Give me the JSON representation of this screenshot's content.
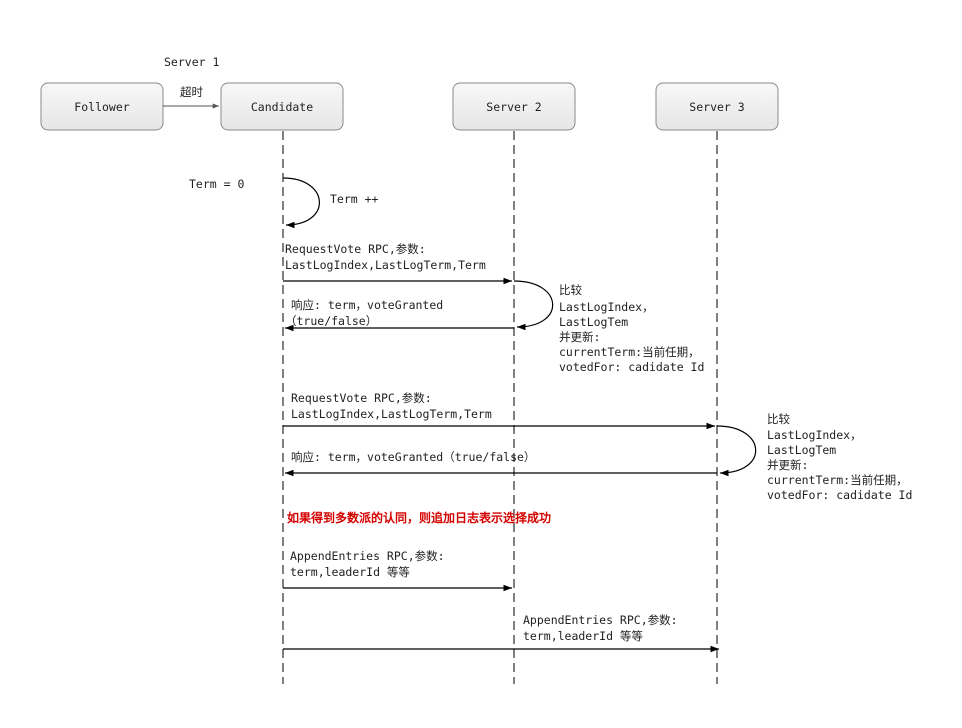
{
  "participants": {
    "follower": "Follower",
    "candidate": "Candidate",
    "server2": "Server 2",
    "server3": "Server 3",
    "server1_label": "Server 1"
  },
  "labels": {
    "timeout": "超时",
    "term_init": "Term = 0",
    "term_inc": "Term ++",
    "rv1_line1": "RequestVote RPC,参数:",
    "rv1_line2": "LastLogIndex,LastLogTerm,Term",
    "resp1_line1": "响应: term，voteGranted",
    "resp1_line2": "（true/false）",
    "cmp1_line1": "比较",
    "cmp1_line2": "LastLogIndex，",
    "cmp1_line3": "LastLogTem",
    "cmp1_line4": "并更新:",
    "cmp1_line5": "currentTerm:当前任期，",
    "cmp1_line6": "votedFor: cadidate Id",
    "rv2_line1": "RequestVote RPC,参数:",
    "rv2_line2": "LastLogIndex,LastLogTerm,Term",
    "resp2_line1": "响应: term，voteGranted（true/false）",
    "cmp2_line1": "比较",
    "cmp2_line2": "LastLogIndex，",
    "cmp2_line3": "LastLogTem",
    "cmp2_line4": "并更新:",
    "cmp2_line5": "currentTerm:当前任期，",
    "cmp2_line6": "votedFor: cadidate Id",
    "majority_note": "如果得到多数派的认同，则追加日志表示选择成功",
    "ae1_line1": "AppendEntries RPC,参数:",
    "ae1_line2": "term,leaderId 等等",
    "ae2_line1": "AppendEntries RPC,参数:",
    "ae2_line2": "term,leaderId 等等"
  },
  "colors": {
    "box_fill": "#efefef",
    "box_border": "#8a8a8a",
    "line": "#000000",
    "note_red": "#d40000"
  }
}
